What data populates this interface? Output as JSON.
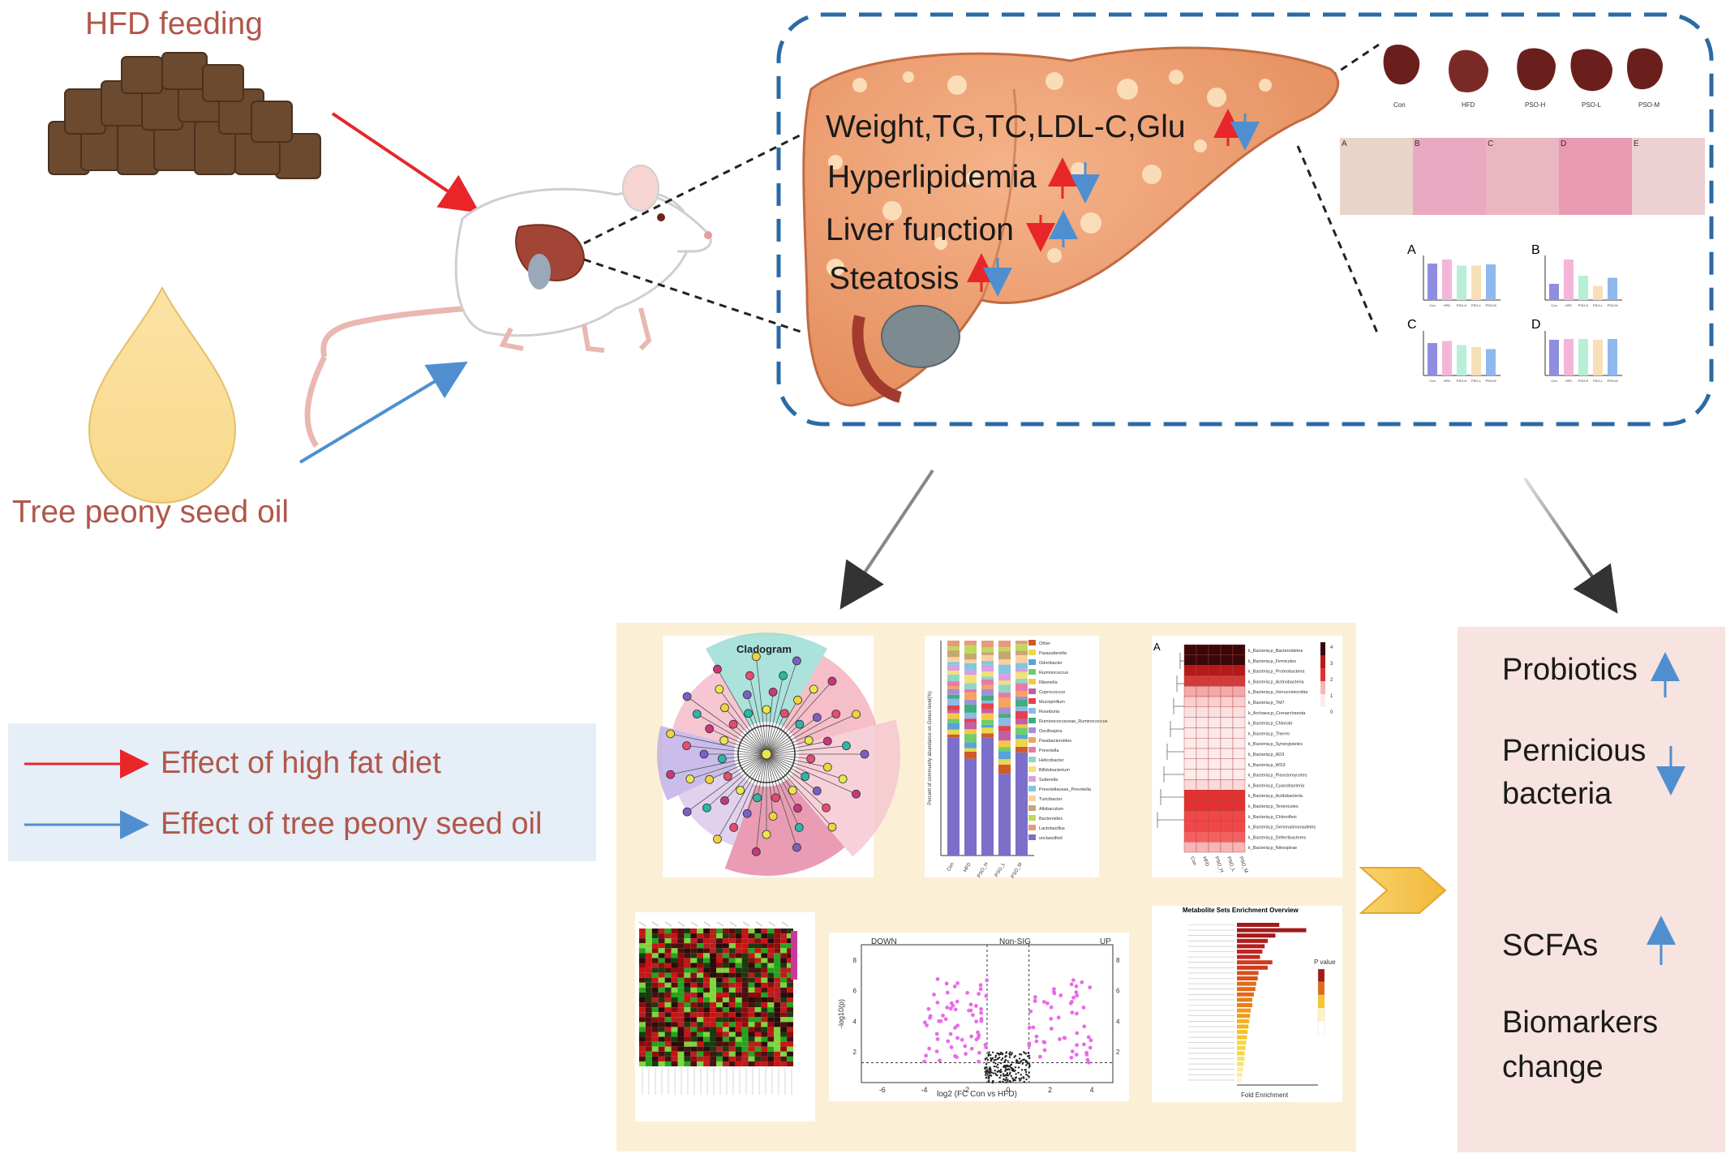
{
  "inputs": {
    "hfd_label": "HFD feeding",
    "oil_label": "Tree peony seed oil"
  },
  "liver_effects": [
    {
      "label": "Weight,TG,TC,LDL-C,Glu"
    },
    {
      "label": "Hyperlipidemia"
    },
    {
      "label": "Liver function"
    },
    {
      "label": "Steatosis"
    }
  ],
  "liver_photos": {
    "groups": [
      "Con",
      "HFD",
      "PSO-H",
      "PSO-L",
      "PSO-M"
    ],
    "histology_panels": [
      "A",
      "B",
      "C",
      "D",
      "E"
    ]
  },
  "bar_panels": {
    "panel_letters": [
      "A",
      "B",
      "C",
      "D"
    ],
    "groups": [
      "Con",
      "HFD",
      "PSO-H",
      "PSO-L",
      "PSO-M"
    ]
  },
  "legend": {
    "red_label": "Effect of high fat diet",
    "blue_label": "Effect of tree peony seed oil"
  },
  "outcomes": {
    "probiotics": "Probiotics",
    "pernicious_line1": "Pernicious",
    "pernicious_line2": "bacteria",
    "scfas": "SCFAs",
    "biomarkers_line1": "Biomarkers",
    "biomarkers_line2": "change"
  },
  "microbiome": {
    "cladogram_title": "Cladogram",
    "stacked_bar_ylabel": "Percent of community abundance on Genus level(%)",
    "stacked_bar_groups": [
      "Con",
      "HFD",
      "PSO_H",
      "PSO_L",
      "PSO_M"
    ],
    "stacked_bar_legend": [
      "Other",
      "Parasutterella",
      "Odoribacter",
      "Ruminococcus",
      "Rikenella",
      "Coprococcus",
      "Mucispirillum",
      "Roseburia",
      "Ruminococcaceae_Ruminococcus",
      "Oscillospira",
      "Parabacteroides",
      "Prevotella",
      "Helicobacter",
      "Bifidobacterium",
      "Sutterella",
      "Prevotellaceae_Prevotella",
      "Turicibacter",
      "Allobaculum",
      "Bacteroides",
      "Lactobacillus",
      "unclassified"
    ],
    "heatmap_letter": "A",
    "heatmap_rows": [
      "k_Bacteria;p_Bacteroidetes",
      "k_Bacteria;p_Firmicutes",
      "k_Bacteria;p_Proteobacteria",
      "k_Bacteria;p_Actinobacteria",
      "k_Bacteria;p_Verrucomicrobia",
      "k_Bacteria;p_TM7",
      "k_Archaea;p_Crenarchaeota",
      "k_Bacteria;p_Chlorobi",
      "k_Bacteria;p_Thermi",
      "k_Bacteria;p_Synergistetes",
      "k_Bacteria;p_AD3",
      "k_Bacteria;p_WS3",
      "k_Bacteria;p_Planctomycetes",
      "k_Bacteria;p_Cyanobacteria",
      "k_Bacteria;p_Acidobacteria",
      "k_Bacteria;p_Tenericutes",
      "k_Bacteria;p_Chloroflexi",
      "k_Bacteria;p_Gemmatimonadetes",
      "k_Bacteria;p_Deferribacteres",
      "k_Bacteria;p_Nitrospirae"
    ],
    "heatmap_cols": [
      "Con",
      "HFD",
      "PSO_H",
      "PSO_L",
      "PSO_M"
    ],
    "heatmap_scale": [
      "4",
      "3",
      "2",
      "1",
      "0"
    ],
    "volcano_down": "DOWN",
    "volcano_nonsig": "Non-SIG",
    "volcano_up": "UP",
    "volcano_xlabel": "log2 (FC Con vs HFD)",
    "volcano_ylabel": "-log10(p)",
    "volcano_xticks": [
      "-6",
      "-4",
      "-2",
      "0",
      "2",
      "4"
    ],
    "volcano_yticks": [
      "2",
      "4",
      "6",
      "8"
    ],
    "enrichment_title": "Metabolite Sets Enrichment Overview",
    "enrichment_xlabel": "Fold Enrichment",
    "enrichment_pvalue": "P value"
  }
}
